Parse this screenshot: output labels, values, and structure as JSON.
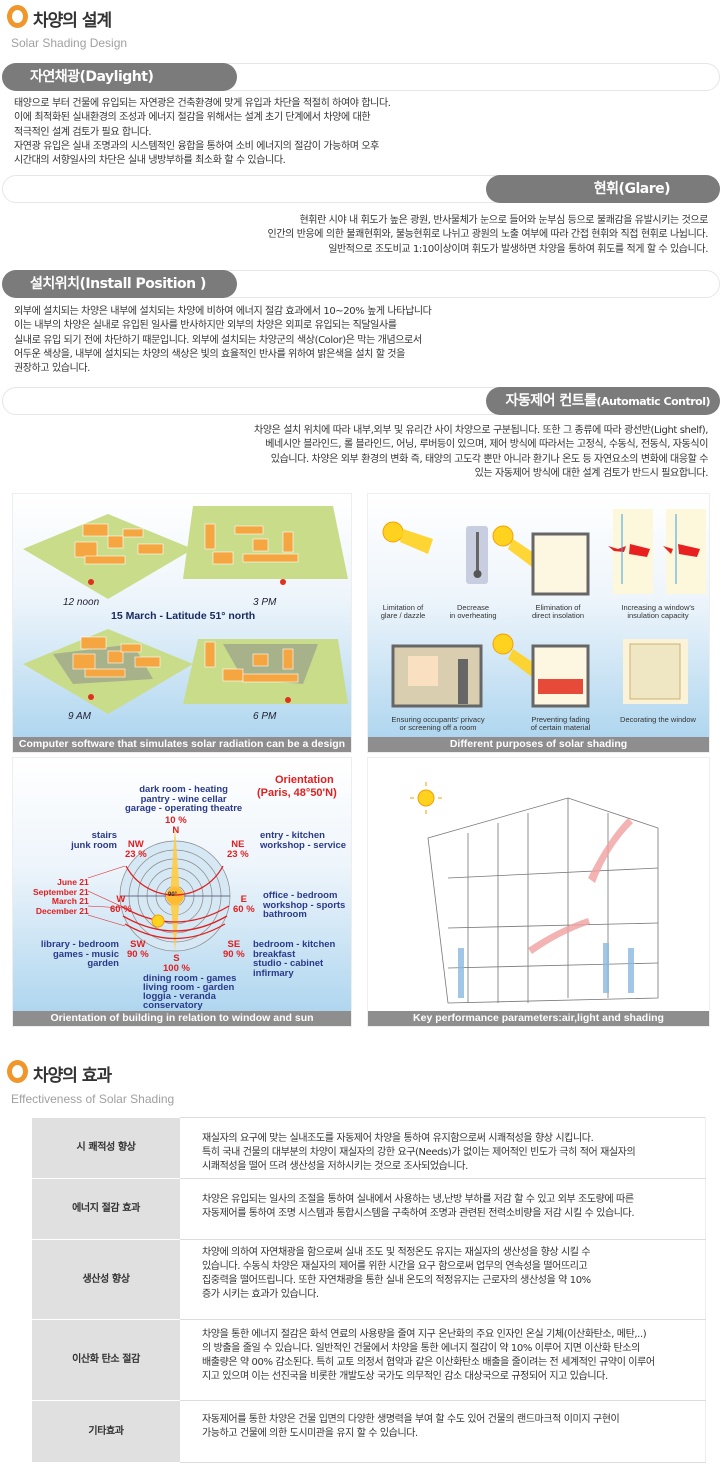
{
  "section1": {
    "title": "차양의 설계",
    "subtitle": "Solar Shading Design"
  },
  "daylight": {
    "title": "자연채광(Daylight)",
    "lines": [
      "태양으로 부터 건물에 유입되는 자연광은 건축환경에 맞게 유입과 차단을 적절히 하여야 합니다.",
      " 이에 최적화된 실내환경의 조성과 에너지 절감을 위해서는 설계 초기 단계에서 차양에 대한",
      "적극적인 설계 검토가 필요 합니다.",
      "자연광 유입은 실내 조명과의 시스템적인 융합을 통하여 소비 에너지의 절감이 가능하며 오후",
      "시간대의 서향일사의 차단은 실내 냉방부하를 최소화 할 수 있습니다."
    ]
  },
  "glare": {
    "title": "현휘(Glare)",
    "lines": [
      "현휘란 시야 내 휘도가 높은 광원, 반사물체가 눈으로 들어와 눈부심 등으로 불쾌감을 유발시키는 것으로",
      "인간의 반응에 의한 불쾌현휘와, 불능현휘로 나뉘고 광원의 노출 여부에 따라 간접 현휘와 직접 현휘로 나뉩니다.",
      "일반적으로 조도비교 1:10이상이며 휘도가 발생하면 차양을 통하여 휘도를 적게 할 수 있습니다."
    ]
  },
  "install": {
    "title": "설치위치(Install Position )",
    "lines": [
      "외부에 설치되는 차양은 내부에 설치되는 차양에 비하여 에너지 절감 효과에서 10~20% 높게 나타납니다",
      "이는 내부의 차양은 실내로 유입된 일사를 반사하지만 외부의 차양은 외피로 유입되는 직달일사를",
      "실내로 유입 되기 전에 차단하기 때문입니다. 외부에 설치되는 차양군의 색상(Color)은 막는 개념으로서",
      "어두운 색상을, 내부에 설치되는 차양의 색상은 빛의 효율적인 반사를 위하여 밝은색을 설치 할 것을",
      "권장하고 있습니다."
    ]
  },
  "auto": {
    "title_ko": "자동제어 컨트롤",
    "title_en": "(Automatic Control)",
    "lines": [
      "차양은 설치 위치에 따라 내부,외부 및 유리간 사이 차양으로 구분됩니다. 또한 그 종류에 따라 광선반(Light shelf),",
      "베네시안 블라인드, 롤 블라인드, 어닝, 루버등이 있으며, 제어 방식에 따라서는 고정식, 수동식, 전동식, 자동식이",
      "있습니다. 차양은 외부 환경의 변화 즉, 태양의 고도각 뿐만 아니라 환기나 온도 등 자연요소의 변화에 대응할 수",
      "있는 자동제어 방식에 대한 설계 검토가 반드시 필요합니다."
    ]
  },
  "figures": [
    {
      "caption": "Computer software that simulates solar radiation can be a design support tool",
      "title": "15 March - Latitude 51° north",
      "times": [
        "12 noon",
        "3 PM",
        "9 AM",
        "6 PM"
      ]
    },
    {
      "caption": "Different purposes of solar shading",
      "items": [
        [
          "Limitation of",
          "glare / dazzle"
        ],
        [
          "Decrease",
          "in overheating"
        ],
        [
          "Elimination of",
          "direct insolation"
        ],
        [
          "Increasing a window's",
          "insulation capacity"
        ],
        [
          "Ensuring occupants' privacy",
          "or screening off a room"
        ],
        [
          "Preventing fading",
          "of certain material"
        ],
        [
          "Decorating the window",
          ""
        ]
      ]
    },
    {
      "caption": "Orientation of building in relation to window and sun",
      "title": "Orientation",
      "place": "(Paris, 48°50'N)",
      "center": "90°",
      "north": {
        "rooms": [
          "dark room - heating",
          "pantry - wine cellar",
          "garage - operating theatre"
        ],
        "pct": "10 %",
        "dir": "N"
      },
      "nw": {
        "rooms": [
          "stairs",
          "junk room"
        ],
        "dir": "NW",
        "pct": "23 %"
      },
      "ne": {
        "rooms": [
          "entry - kitchen",
          "workshop - service"
        ],
        "dir": "NE",
        "pct": "23 %"
      },
      "w": {
        "dir": "W",
        "pct": "60 %"
      },
      "e": {
        "rooms": [
          "office - bedroom",
          "workshop - sports",
          "bathroom"
        ],
        "dir": "E",
        "pct": "60 %"
      },
      "sw": {
        "rooms": [
          "library - bedroom",
          "games - music",
          "garden"
        ],
        "dir": "SW",
        "pct": "90 %"
      },
      "se": {
        "rooms": [
          "bedroom - kitchen",
          "breakfast",
          "studio - cabinet",
          "infirmary"
        ],
        "dir": "SE",
        "pct": "90 %"
      },
      "south": {
        "dir": "S",
        "pct": "100 %",
        "rooms": [
          "dining room - games",
          "living room - garden",
          "loggia - veranda",
          "conservatory"
        ]
      },
      "dates": [
        "June 21",
        "September 21",
        "March 21",
        "December 21"
      ]
    },
    {
      "caption": "Key performance parameters:air,light and shading"
    }
  ],
  "section2": {
    "title": "차양의 효과",
    "subtitle": "Effectiveness of Solar Shading"
  },
  "effects": [
    {
      "label": "시 쾌적성 향상",
      "lines": [
        "재실자의 요구에 맞는 실내조도를 자동제어 차양을 통하여 유지함으로써 시쾌적성을 향상 시킵니다.",
        "특히 국내 건물의 대부분의 차양이 재실자의 강한 요구(Needs)가 없이는 제어적인 빈도가 극히 적어 재실자의",
        "시쾌적성을 떨어 뜨려 생산성을 저하시키는 것으로 조사되었습니다."
      ]
    },
    {
      "label": "에너지 절감 효과",
      "lines": [
        "차양은 유입되는 일사의 조절을 통하여 실내에서 사용하는 냉,난방 부하를 저감 할 수 있고 외부 조도량에 따른",
        "자동제어를 통하여 조명 시스템과 통합시스템을 구축하여 조명과 관련된 전력소비량을 저감 시킬 수 있습니다."
      ]
    },
    {
      "label": "생산성 향상",
      "lines": [
        "차양에 의하여 자연채광을 함으로써 실내 조도 및 적정온도 유지는 재실자의 생산성을 향상 시킬 수",
        "있습니다. 수동식 차양은 재실자의 제어를 위한 시간을 요구 함으로써 업무의 연속성을 떨어뜨리고",
        "집중력을 떨어뜨립니다. 또한 자연채광을 통한 실내 온도의 적정유지는 근로자의 생산성을 약 10%",
        "증가 시키는 효과가 있습니다."
      ]
    },
    {
      "label": "이산화 탄소 절감",
      "lines": [
        "차양을 통한 에너지 절감은 화석 연료의 사용량을 줄여 지구 온난화의 주요 인자인 온실 기체(이산화탄소, 메탄,..)",
        "의 방출을 줄일 수 있습니다. 일반적인 건물에서 차양을 통한 에너지 절감이 약 10% 이루어 지면 이산화 탄소의",
        "배출량은 약 00% 감소된다. 특히 교토 의정서 협약과 같은 이산화탄소 배출을 줄이려는 전 세계적인 규약이 이루어",
        "지고 있으며 이는 선진국을 비롯한 개발도상 국가도 의무적인 감소 대상국으로 규정되어 지고 있습니다."
      ]
    },
    {
      "label": "기타효과",
      "lines": [
        "자동제어를 통한 차양은 건물 입면의 다양한 생명력을 부여 할 수도 있어 건물의 랜드마크적 이미지 구현이",
        "가능하고 건물에 의한 도시미관을 유지 할 수 있습니다."
      ]
    }
  ],
  "colors": {
    "accent": "#f0962a",
    "pill": "#7b7b7b",
    "label_bg": "#e0e0e0"
  }
}
